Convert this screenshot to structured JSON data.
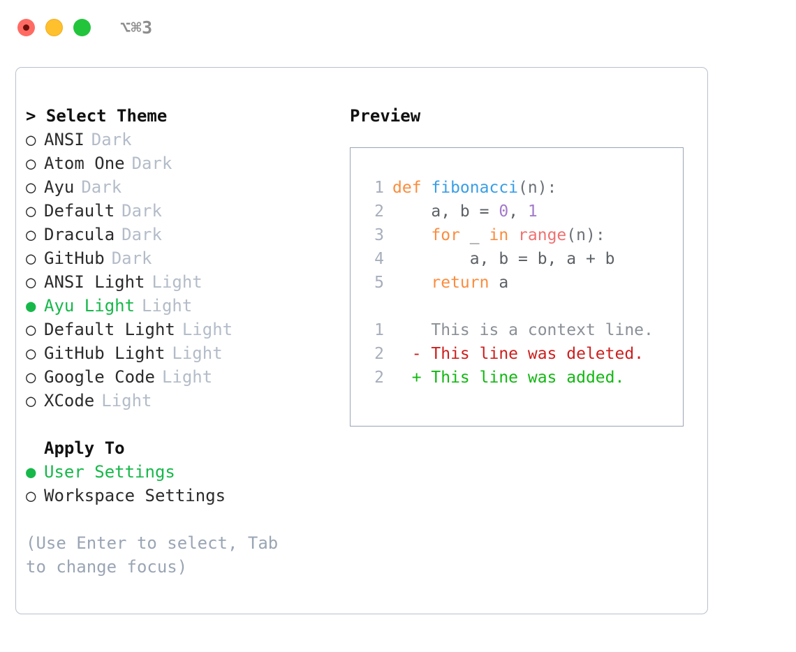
{
  "window": {
    "shortcut_label": "⌥⌘3",
    "traffic_lights": [
      {
        "name": "close",
        "color": "#ff6b63"
      },
      {
        "name": "minimize",
        "color": "#ffc02e"
      },
      {
        "name": "maximize",
        "color": "#22c43c"
      }
    ]
  },
  "theme_picker": {
    "heading": "> Select Theme",
    "marker_selected": "●",
    "marker_unselected": "○",
    "selected_theme": "Ayu Light",
    "items": [
      {
        "label": "ANSI",
        "tag": "Dark",
        "selected": false
      },
      {
        "label": "Atom One",
        "tag": "Dark",
        "selected": false
      },
      {
        "label": "Ayu",
        "tag": "Dark",
        "selected": false
      },
      {
        "label": "Default",
        "tag": "Dark",
        "selected": false
      },
      {
        "label": "Dracula",
        "tag": "Dark",
        "selected": false
      },
      {
        "label": "GitHub",
        "tag": "Dark",
        "selected": false
      },
      {
        "label": "ANSI Light",
        "tag": "Light",
        "selected": false
      },
      {
        "label": "Ayu Light",
        "tag": "Light",
        "selected": true
      },
      {
        "label": "Default Light",
        "tag": "Light",
        "selected": false
      },
      {
        "label": "GitHub Light",
        "tag": "Light",
        "selected": false
      },
      {
        "label": "Google Code",
        "tag": "Light",
        "selected": false
      },
      {
        "label": "XCode",
        "tag": "Light",
        "selected": false
      }
    ]
  },
  "apply_to": {
    "heading": "Apply To",
    "selected_scope": "User Settings",
    "items": [
      {
        "label": "User Settings",
        "selected": true
      },
      {
        "label": "Workspace Settings",
        "selected": false
      }
    ]
  },
  "hint": "(Use Enter to select, Tab to change focus)",
  "preview": {
    "heading": "Preview",
    "code_lines": [
      {
        "number": "1",
        "tokens": [
          {
            "text": "def ",
            "type": "kw"
          },
          {
            "text": "fibonacci",
            "type": "fn"
          },
          {
            "text": "(n):",
            "type": "punc"
          }
        ]
      },
      {
        "number": "2",
        "tokens": [
          {
            "text": "    a, b = ",
            "type": "txt"
          },
          {
            "text": "0",
            "type": "num"
          },
          {
            "text": ", ",
            "type": "txt"
          },
          {
            "text": "1",
            "type": "num"
          }
        ]
      },
      {
        "number": "3",
        "tokens": [
          {
            "text": "    ",
            "type": "txt"
          },
          {
            "text": "for",
            "type": "kw"
          },
          {
            "text": " _ ",
            "type": "txt"
          },
          {
            "text": "in",
            "type": "kw"
          },
          {
            "text": " ",
            "type": "txt"
          },
          {
            "text": "range",
            "type": "call"
          },
          {
            "text": "(n):",
            "type": "punc"
          }
        ]
      },
      {
        "number": "4",
        "tokens": [
          {
            "text": "        a, b = b, a + b",
            "type": "txt"
          }
        ]
      },
      {
        "number": "5",
        "tokens": [
          {
            "text": "    ",
            "type": "txt"
          },
          {
            "text": "return",
            "type": "kw"
          },
          {
            "text": " a",
            "type": "txt"
          }
        ]
      }
    ],
    "diff_lines": [
      {
        "number": "1",
        "sign": " ",
        "text": "This is a context line.",
        "kind": "ctx"
      },
      {
        "number": "2",
        "sign": "-",
        "text": "This line was deleted.",
        "kind": "del"
      },
      {
        "number": "2",
        "sign": "+",
        "text": "This line was added.",
        "kind": "add"
      }
    ]
  },
  "colors": {
    "accent_selected": "#17b84a",
    "tag_muted": "#b3bcc8",
    "hint_muted": "#9aa5b4",
    "panel_border": "#9aa5b4",
    "frame_border": "#b9c0cc",
    "syntax_keyword": "#fa8d3e",
    "syntax_function": "#399ee6",
    "syntax_number": "#a37acc",
    "syntax_call": "#f07171",
    "diff_delete": "#cc1f1f",
    "diff_add": "#13b813"
  }
}
